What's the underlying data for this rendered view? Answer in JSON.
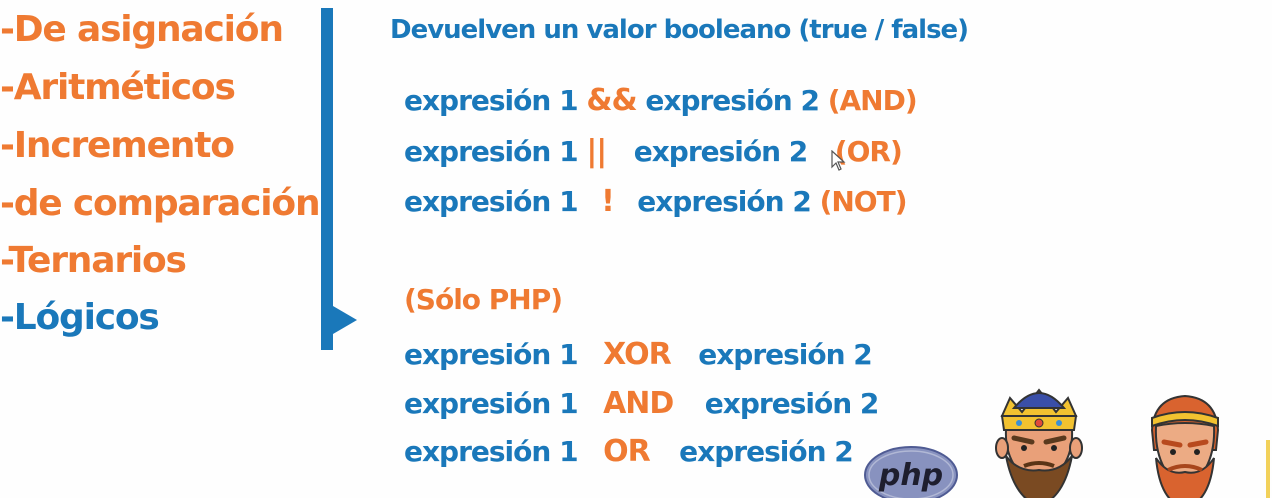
{
  "topics": [
    "-De asignación",
    "-Aritméticos",
    "-Incremento",
    "-de comparación",
    "-Ternarios",
    "-Lógicos"
  ],
  "subtitle": "Devuelven un valor booleano (true / false)",
  "logical_rows": [
    {
      "left": "expresión 1",
      "op": "&&",
      "right": "expresión 2",
      "tag": "(AND)"
    },
    {
      "left": "expresión 1",
      "op": "||",
      "right": "expresión 2",
      "tag": "(OR)"
    },
    {
      "left": "expresión 1",
      "op": "!",
      "right": "expresión 2",
      "tag": "(NOT)"
    }
  ],
  "php_only_label": "(Sólo PHP)",
  "php_rows": [
    {
      "left": "expresión 1",
      "op": "XOR",
      "right": "expresión 2"
    },
    {
      "left": "expresión 1",
      "op": "AND",
      "right": "expresión 2"
    },
    {
      "left": "expresión 1",
      "op": "OR",
      "right": "expresión 2"
    }
  ],
  "php_logo_text": "php",
  "colors": {
    "orange": "#ef7a32",
    "blue": "#1a78ba"
  }
}
